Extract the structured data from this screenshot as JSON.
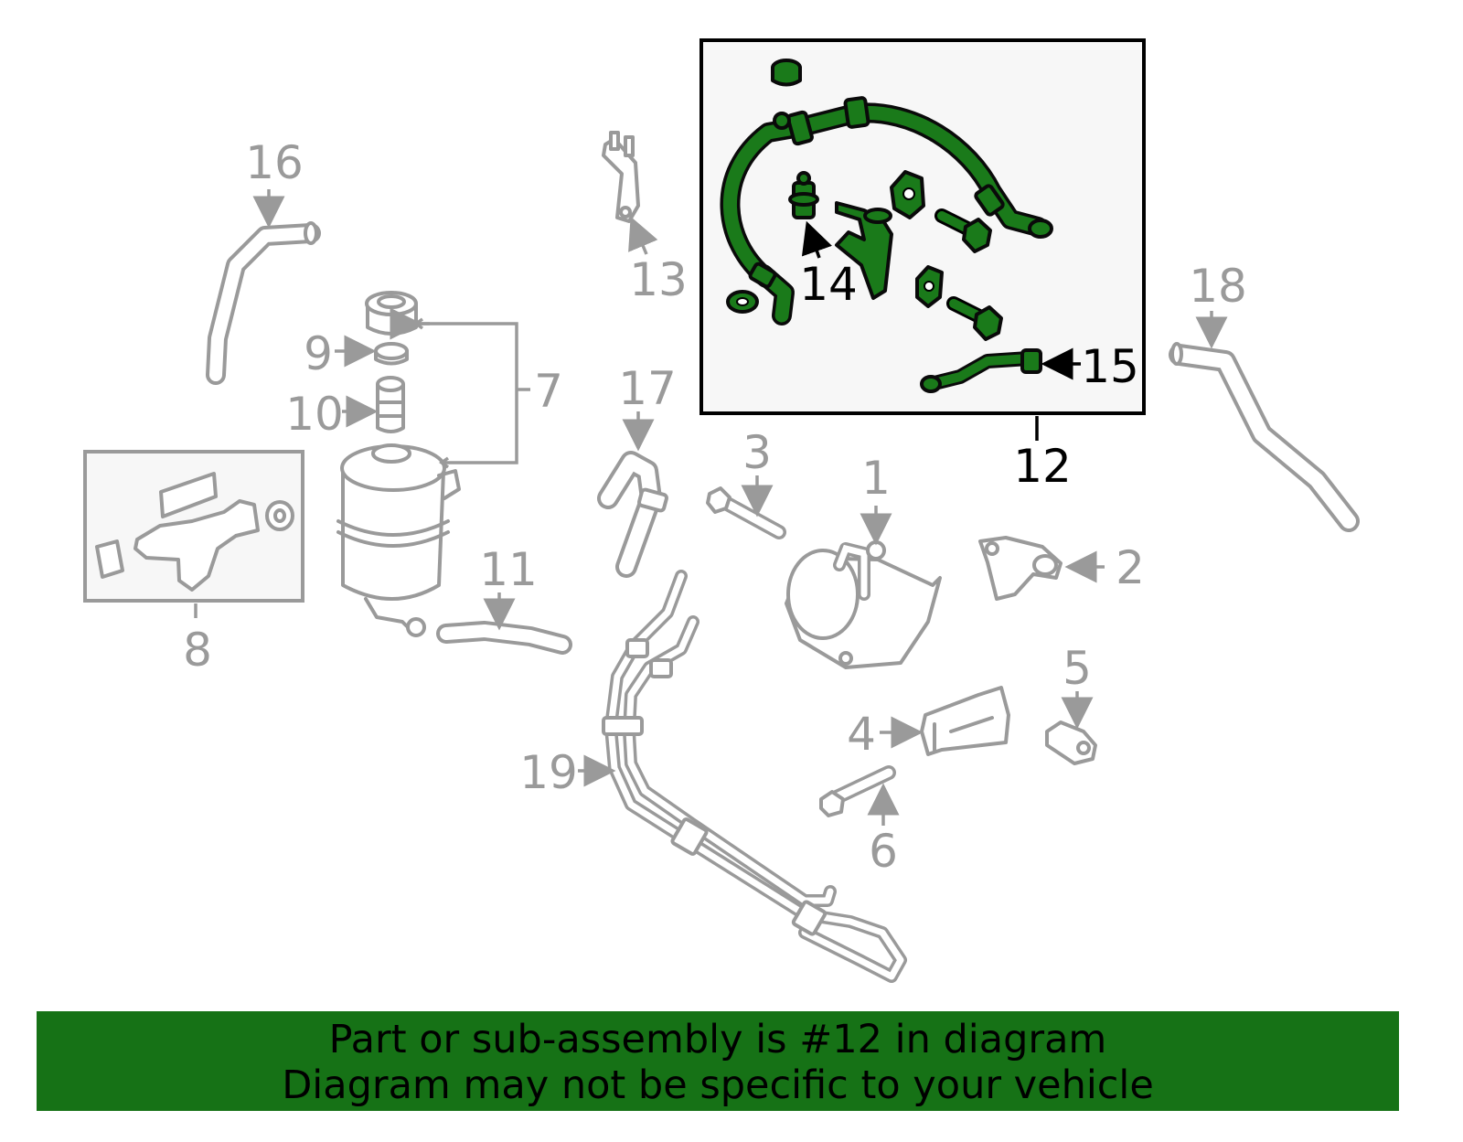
{
  "callouts": {
    "c1": "1",
    "c2": "2",
    "c3": "3",
    "c4": "4",
    "c5": "5",
    "c6": "6",
    "c7": "7",
    "c8": "8",
    "c9": "9",
    "c10": "10",
    "c11": "11",
    "c12": "12",
    "c13": "13",
    "c14": "14",
    "c15": "15",
    "c16": "16",
    "c17": "17",
    "c18": "18",
    "c19": "19"
  },
  "banner": {
    "line1": "Part or sub-assembly is #12 in diagram",
    "line2": "Diagram may not be specific to your vehicle"
  },
  "colors": {
    "highlight": "#1a7a1a",
    "banner": "#167216",
    "part_gray": "#9a9a9a",
    "box_bg": "#f7f7f7"
  }
}
